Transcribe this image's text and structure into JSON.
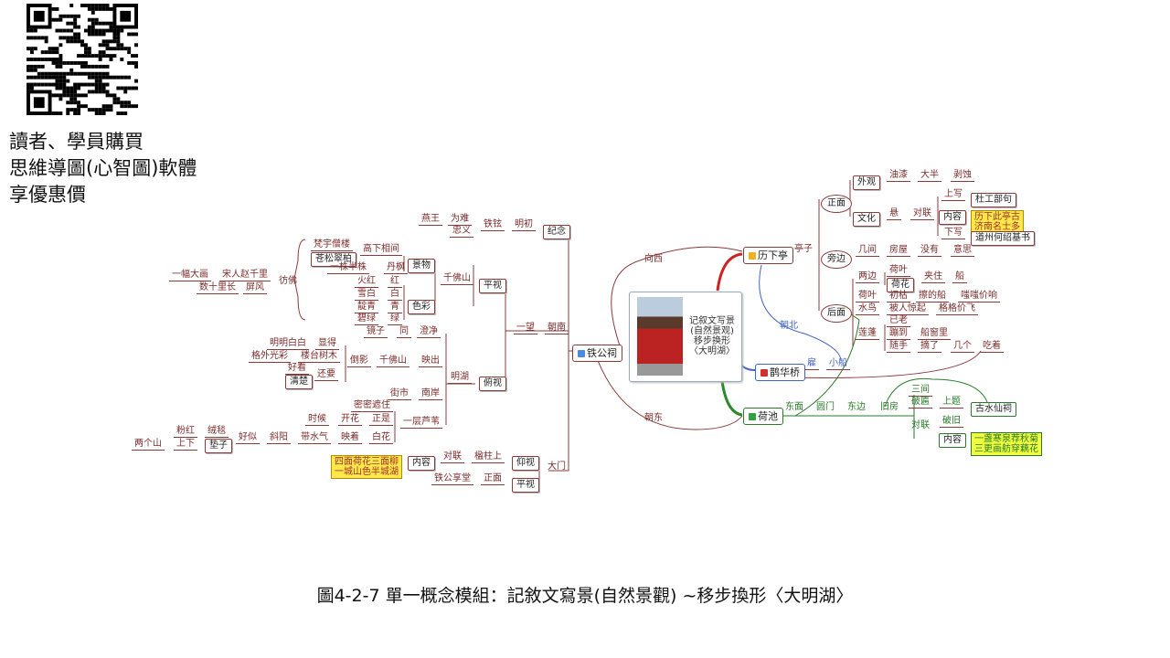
{
  "promo": {
    "lines": [
      "讀者、學員購買",
      "思維導圖(心智圖)軟體",
      "享優惠價"
    ]
  },
  "caption": "圖4-2-7 單一概念模組：記敘文寫景(自然景觀) ~移步換形〈大明湖〉",
  "center": {
    "title": [
      "记叙文写景",
      "(自然景观)",
      "移步换形",
      "〈大明湖〉"
    ]
  },
  "main_nodes": {
    "tiegongci": "铁公祠",
    "lixiating": "历下亭",
    "quehuaqiao": "鹊华桥",
    "hechi": "荷池"
  },
  "colors": {
    "left": "#7a2b2b",
    "lixiating": "#cc2222",
    "quehuaqiao": "#4466bb",
    "hechi": "#2a7a2a",
    "highlight": "#ffe94a"
  },
  "nodes": [
    "燕王",
    "为难",
    "铁铉",
    "明初",
    "纪念",
    "忠义",
    "梵宇僧楼",
    "苍松翠柏",
    "高下相间",
    "一株半株",
    "丹枫",
    "景物",
    "一幅大画",
    "宋人赵千里",
    "数十里长",
    "屏风",
    "彷佛",
    "千佛山",
    "平视",
    "火红",
    "红",
    "雪白",
    "白",
    "靛青",
    "青",
    "碧绿",
    "绿",
    "色彩",
    "一望",
    "朝南",
    "镜子",
    "同",
    "澄净",
    "明明白白",
    "显得",
    "格外光彩",
    "楼台树木",
    "倒影",
    "千佛山",
    "映出",
    "好看",
    "清楚",
    "还要",
    "明湖",
    "俯视",
    "街市",
    "南岸",
    "密密遮住",
    "时候",
    "开花",
    "正是",
    "一层芦苇",
    "粉红",
    "绒毯",
    "两个山",
    "上下",
    "垫子",
    "好似",
    "斜阳",
    "带水气",
    "映着",
    "白花",
    "四面荷花三面柳\n一城山色半城湖",
    "内容",
    "对联",
    "楹柱上",
    "仰视",
    "大门",
    "铁公享堂",
    "正面",
    "平视",
    "向西",
    "朝东",
    "亭子",
    "正面",
    "外观",
    "油漆",
    "大半",
    "剥蚀",
    "文化",
    "悬",
    "对联",
    "上写",
    "杜工部句",
    "内容",
    "历下此亭古\n济南名士多",
    "下写",
    "道州何绍基书",
    "旁边",
    "几间",
    "房屋",
    "没有",
    "意思",
    "两边",
    "荷叶",
    "荷花",
    "夹住",
    "船",
    "荷叶",
    "初枯",
    "擦的船",
    "嗤嗤价响",
    "后面",
    "水鸟",
    "被人惊起",
    "格格价飞",
    "已老",
    "莲蓬",
    "蹦到",
    "船窗里",
    "随手",
    "摘了",
    "几个",
    "吃着",
    "朝北",
    "雇",
    "小船",
    "东面",
    "圆门",
    "东边",
    "旧房",
    "三间",
    "破匾",
    "上题",
    "古水仙祠",
    "对联",
    "破旧",
    "内容",
    "一盏寒泉荐秋菊\n三更画舫穿藕花"
  ]
}
